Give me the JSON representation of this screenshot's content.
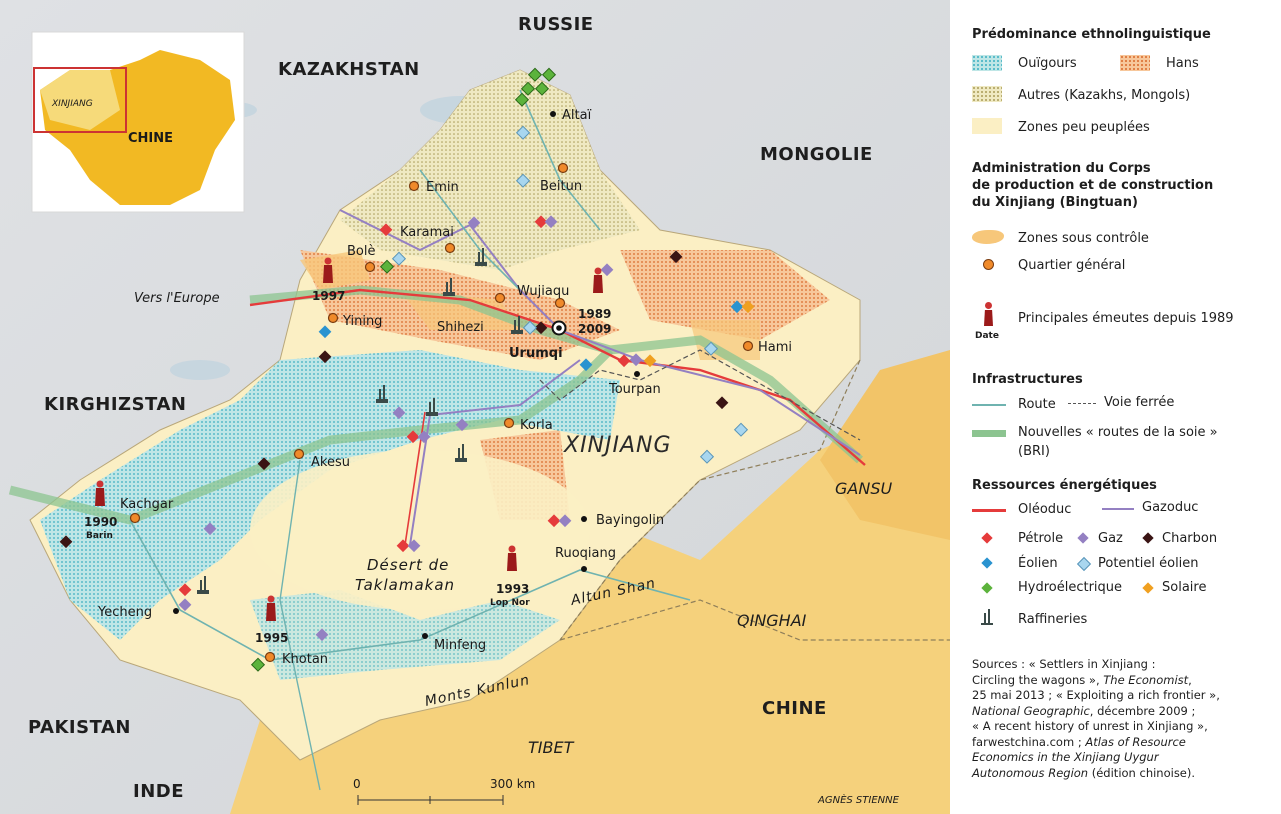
{
  "map": {
    "countries": [
      "RUSSIE",
      "KAZAKHSTAN",
      "MONGOLIE",
      "KIRGHIZSTAN",
      "PAKISTAN",
      "INDE",
      "CHINE"
    ],
    "provinces": [
      "GANSU",
      "QINGHAI",
      "TIBET"
    ],
    "region_name": "XINJIANG",
    "inset": {
      "region": "XINJIANG",
      "country": "CHINE"
    },
    "desert": [
      "Désert de",
      "Taklamakan"
    ],
    "mountains": [
      "Altun Shan",
      "Monts Kunlun"
    ],
    "direction_label": "Vers l'Europe",
    "cities": {
      "altai": "Altaï",
      "beitun": "Beitun",
      "emin": "Emin",
      "karamai": "Karamai",
      "bole": "Bolè",
      "wujiaqu": "Wujiaqu",
      "shihezi": "Shihezi",
      "urumqi": "Urumqi",
      "yining": "Yining",
      "hami": "Hami",
      "tourpan": "Tourpan",
      "korla": "Korla",
      "akesu": "Akesu",
      "kachgar": "Kachgar",
      "bayingolin": "Bayingolin",
      "ruoqiang": "Ruoqiang",
      "yecheng": "Yecheng",
      "minfeng": "Minfeng",
      "khotan": "Khotan"
    },
    "riots": [
      {
        "year": "1997",
        "place": ""
      },
      {
        "year": "1989",
        "place": ""
      },
      {
        "year": "2009",
        "place": ""
      },
      {
        "year": "1990",
        "place": "Barin"
      },
      {
        "year": "1993",
        "place": "Lop Nor"
      },
      {
        "year": "1995",
        "place": ""
      }
    ],
    "scale": {
      "start": "0",
      "end": "300 km"
    },
    "credit": "AGNÈS STIENNE"
  },
  "legend": {
    "sec1": {
      "title": "Prédominance ethnolinguistique",
      "uighurs": "Ouïgours",
      "hans": "Hans",
      "autres": "Autres (Kazakhs, Mongols)",
      "peu": "Zones peu peuplées"
    },
    "sec2": {
      "title1": "Administration du Corps",
      "title2": "de production  et de construction",
      "title3": "du Xinjiang (Bingtuan)",
      "zones": "Zones sous contrôle",
      "qg": "Quartier général",
      "emeutes": "Principales émeutes depuis 1989",
      "date": "Date"
    },
    "sec3": {
      "title": "Infrastructures",
      "route": "Route",
      "voie": "Voie ferrée",
      "bri1": "Nouvelles « routes de la soie »",
      "bri2": "(BRI)"
    },
    "sec4": {
      "title": "Ressources énergétiques",
      "oleoduc": "Oléoduc",
      "gazoduc": "Gazoduc",
      "petrole": "Pétrole",
      "gaz": "Gaz",
      "charbon": "Charbon",
      "eolien": "Éolien",
      "potentiel": "Potentiel éolien",
      "hydro": "Hydroélectrique",
      "solaire": "Solaire",
      "raffineries": "Raffineries"
    },
    "sources": {
      "l1": "Sources : « Settlers in Xinjiang :",
      "l2": "Circling the wagons »,",
      "l2i": "The Economist",
      "l3": "25 mai 2013 ; « Exploiting a rich frontier »,",
      "l4i": "National Geographic",
      "l4": ", décembre 2009 ;",
      "l5": "« A recent history of unrest in Xinjiang »,",
      "l6": "farwestchina.com ;",
      "l6i": "Atlas of Resource",
      "l7i": "Economics in the Xinjiang Uygur",
      "l8i": "Autonomous Region",
      "l8": "(édition chinoise)."
    }
  },
  "colors": {
    "uighur": "#7ccfd6",
    "han": "#f0a25a",
    "autres": "#cfc47e",
    "peu": "#fbefc4",
    "bingtuan": "#f7c77a",
    "oil": "#e53b3b",
    "gas": "#9480c2",
    "coal": "#3a1414",
    "wind": "#2a93d0",
    "wind_pot": "#a8d6ef",
    "hydro": "#5cb33c",
    "solar": "#f0a020",
    "qg": "#f08a2a",
    "route": "#6fb3b0",
    "bri": "#8cc490"
  }
}
